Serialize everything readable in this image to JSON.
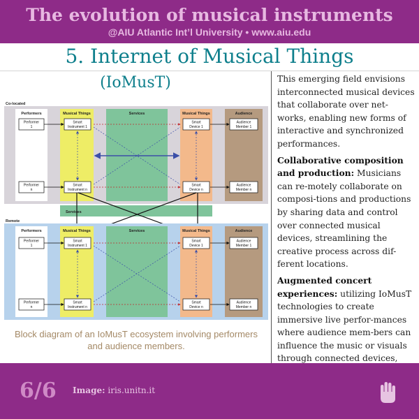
{
  "header": {
    "title": "The evolution of musical instruments",
    "subtitle": "@AIU Atlantic Int’l University • www.aiu.edu"
  },
  "main": {
    "title": "5. Internet of Musical Things",
    "subtitle": "(IoMusT)"
  },
  "diagram": {
    "colocated": {
      "label": "Co-located",
      "col_performers": "Performers",
      "col_things": "Musical Things",
      "col_services": "Services",
      "col_things2": "Musical Things",
      "col_audience": "Audience",
      "performer_1": [
        "Performer",
        "1"
      ],
      "performer_n": [
        "Performer",
        "n"
      ],
      "instrument_1": [
        "Smart",
        "Instrument 1"
      ],
      "instrument_n": [
        "Smart",
        "Instrument n"
      ],
      "device_1": [
        "Smart",
        "Device 1"
      ],
      "device_n": [
        "Smart",
        "Device n"
      ],
      "audience_1": [
        "Audience",
        "Member 1"
      ],
      "audience_n": [
        "Audience",
        "Member n"
      ]
    },
    "services_bar": "Services",
    "remote": {
      "label": "Remote",
      "col_performers": "Performers",
      "col_things": "Musical Things",
      "col_services": "Services",
      "col_things2": "Musical Things",
      "col_audience": "Audience",
      "performer_1": [
        "Performer",
        "1"
      ],
      "performer_n": [
        "Performer",
        "n"
      ],
      "instrument_1": [
        "Smart",
        "Instrument 1"
      ],
      "instrument_n": [
        "Smart",
        "Instrument n"
      ],
      "device_1": [
        "Smart",
        "Device 1"
      ],
      "device_n": [
        "Smart",
        "Device n"
      ],
      "audience_1": [
        "Audience",
        "Member 1"
      ],
      "audience_n": [
        "Audience",
        "Member n"
      ]
    },
    "caption": "Block diagram of an IoMusT ecosystem involving performers and audience members."
  },
  "text": {
    "intro": "This emerging field envisions interconnected musical devices that collaborate over net-works, enabling new forms of interactive and synchronized performances.",
    "p1_head": "Collaborative composition and production:",
    "p1_body": " Musicians can re-motely collaborate on composi-tions and productions by sharing data and control over connected musical devices, streamlining the creative process across dif-ferent locations.",
    "p2_head": "Augmented concert experiences:",
    "p2_body": " utilizing IoMusT technologies to create immersive live perfor-mances where audience mem-bers can influence the music or visuals through connected devices, fostering interactive and personalized experiences."
  },
  "footer": {
    "page": "6/6",
    "image_label": "Image:",
    "image_source": "iris.unitn.it",
    "icon": "raised-hand-icon"
  },
  "colors": {
    "brand_purple": "#8e2b88",
    "teal_title": "#0e7f8c",
    "things_yellow": "#eeed66",
    "services_green": "#7fc49b",
    "devices_orange": "#f3b98b",
    "audience_tan": "#b59a7f"
  }
}
